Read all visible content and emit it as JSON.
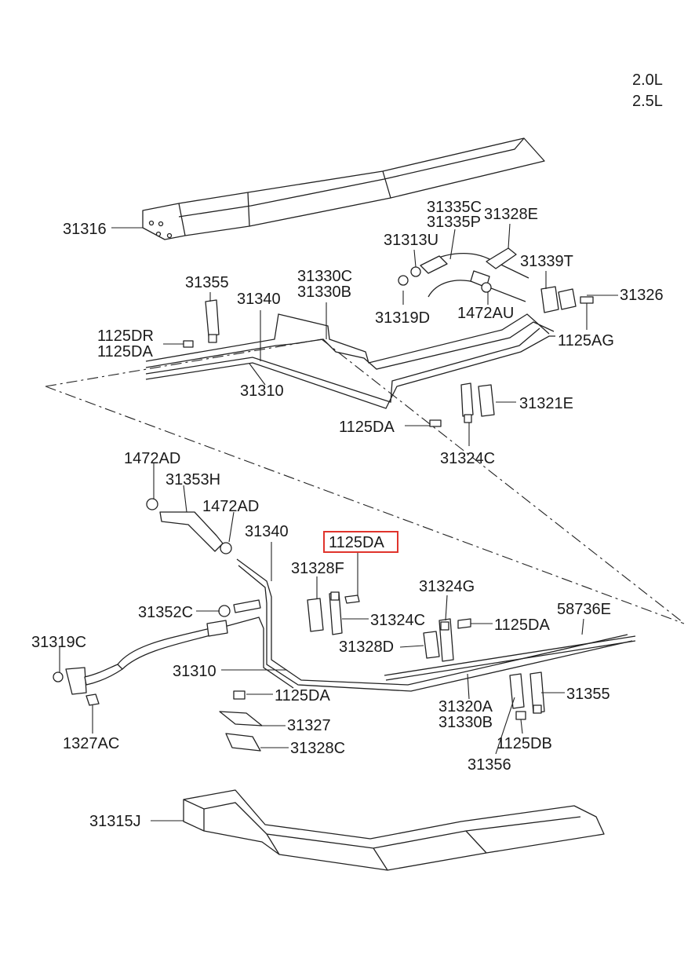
{
  "engine_variants": [
    "2.0L",
    "2.5L"
  ],
  "highlighted_label": "1125DA",
  "labels": {
    "p31316": "31316",
    "p31335C": "31335C",
    "p31335P": "31335P",
    "p31328E": "31328E",
    "p31313U": "31313U",
    "p31339T": "31339T",
    "p31355_top": "31355",
    "p31330C": "31330C",
    "p31330B_top": "31330B",
    "p31340_top": "31340",
    "p31326": "31326",
    "p31319D": "31319D",
    "p1472AU": "1472AU",
    "p1125DR": "1125DR",
    "p1125DA_left": "1125DA",
    "p1125AG": "1125AG",
    "p31310_top": "31310",
    "p31321E": "31321E",
    "p1125DA_mid": "1125DA",
    "p31324C_top": "31324C",
    "p1472AD_a": "1472AD",
    "p31353H": "31353H",
    "p1472AD_b": "1472AD",
    "p31340_low": "31340",
    "p31328F": "31328F",
    "p31324G": "31324G",
    "p31352C": "31352C",
    "p31324C_low": "31324C",
    "p1125DA_right": "1125DA",
    "p58736E": "58736E",
    "p31319C": "31319C",
    "p31328D": "31328D",
    "p31310_low": "31310",
    "p1125DA_low": "1125DA",
    "p31320A": "31320A",
    "p31330B_low": "31330B",
    "p31355_low": "31355",
    "p31327": "31327",
    "p1125DB": "1125DB",
    "p1327AC": "1327AC",
    "p31328C": "31328C",
    "p31356": "31356",
    "p31315J": "31315J"
  }
}
